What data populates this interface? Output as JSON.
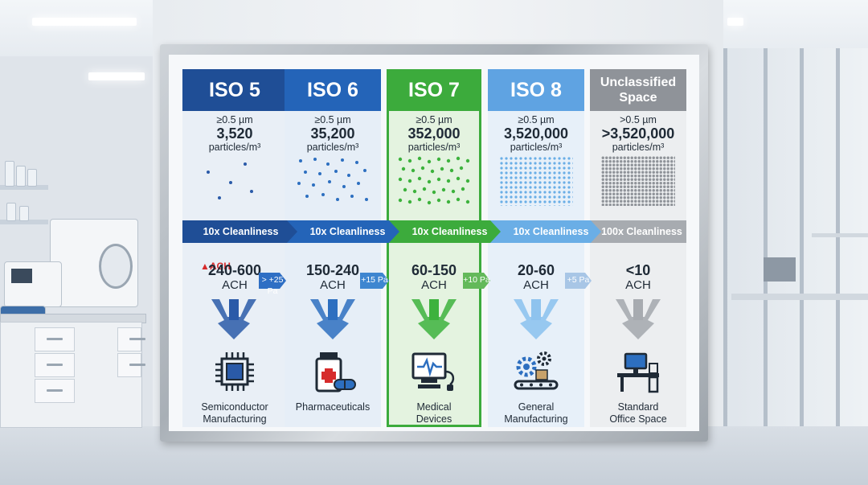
{
  "columns": [
    {
      "header": "ISO 5",
      "size": "≥0.5 µm",
      "count": "3,520",
      "unit": "particles/m³",
      "ach": "240-600",
      "ach_label": "ACH",
      "application": [
        "Semiconductor",
        "Manufacturing"
      ],
      "header_color": "#1f4e96",
      "body_color": "#e9eff6",
      "accent": "#2a5aa8",
      "icon": "microchip-icon"
    },
    {
      "header": "ISO 6",
      "size": "≥0.5 µm",
      "count": "35,200",
      "unit": "particles/m³",
      "ach": "150-240",
      "ach_label": "ACH",
      "application": [
        "Pharmaceuticals"
      ],
      "header_color": "#2464b8",
      "body_color": "#e6eef7",
      "accent": "#2d6fc0",
      "icon": "medicine-bottle-icon"
    },
    {
      "header": "ISO 7",
      "size": "≥0.5 µm",
      "count": "352,000",
      "unit": "particles/m³",
      "ach": "60-150",
      "ach_label": "ACH",
      "application": [
        "Medical",
        "Devices"
      ],
      "header_color": "#3cab3c",
      "body_color": "#e4f3e0",
      "accent": "#3db23d",
      "icon": "medical-monitor-icon"
    },
    {
      "header": "ISO 8",
      "size": "≥0.5 µm",
      "count": "3,520,000",
      "unit": "particles/m³",
      "ach": "20-60",
      "ach_label": "ACH",
      "application": [
        "General",
        "Manufacturing"
      ],
      "header_color": "#5fa3e2",
      "body_color": "#e7f0f9",
      "accent": "#6aaee6",
      "icon": "gears-conveyor-icon"
    },
    {
      "header": "Unclassified Space",
      "size": ">0.5 µm",
      "count": ">3,520,000",
      "unit": "particles/m³",
      "ach": "<10",
      "ach_label": "ACH",
      "application": [
        "Standard",
        "Office Space"
      ],
      "header_color": "#8f9399",
      "body_color": "#eceef0",
      "accent": "#9a9ea4",
      "icon": "office-desk-icon"
    }
  ],
  "flow": [
    {
      "label": "10x Cleanliness",
      "color": "#1f4e96"
    },
    {
      "label": "10x Cleanliness",
      "color": "#2464b8"
    },
    {
      "label": "10x Cleanliness",
      "color": "#3cab3c"
    },
    {
      "label": "10x Cleanliness",
      "color": "#6aaee6"
    },
    {
      "label": "100x Cleanliness",
      "color": "#a7abb0"
    }
  ],
  "pressure": [
    {
      "label": "> +25 Pa",
      "color": "#2f6fc4"
    },
    {
      "label": "+15 Pa",
      "color": "#3e86d0"
    },
    {
      "label": "+10 Pa",
      "color": "#63b95a"
    },
    {
      "label": "+5 Pa",
      "color": "#a8c6e6"
    }
  ],
  "ach_logo": "ACH"
}
